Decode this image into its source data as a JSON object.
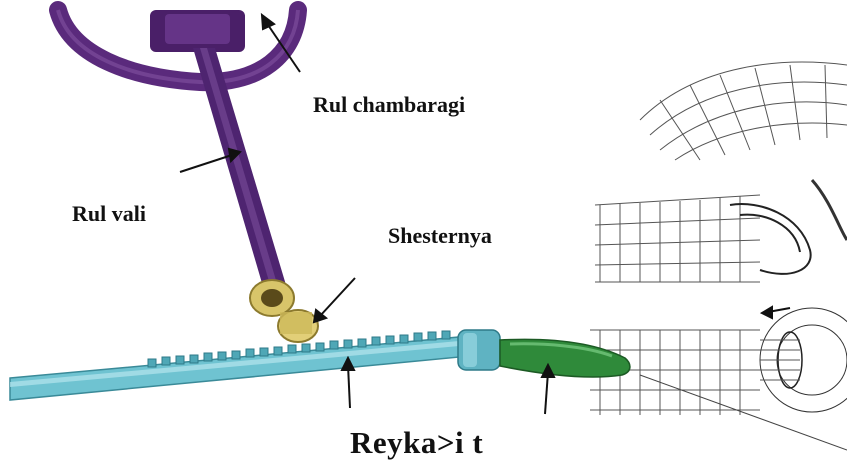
{
  "labels": {
    "steering_wheel": "Rul chambaragi",
    "steering_shaft": "Rul vali",
    "pinion": "Shesternya",
    "rack": "Reyka>i t"
  },
  "colors": {
    "wheel": "#5a2a7c",
    "rack": "#6fc3d1",
    "pinion": "#d8c56a",
    "tie_rod_end": "#2f8a3a",
    "wireframe": "#555555",
    "arrow": "#111111"
  }
}
